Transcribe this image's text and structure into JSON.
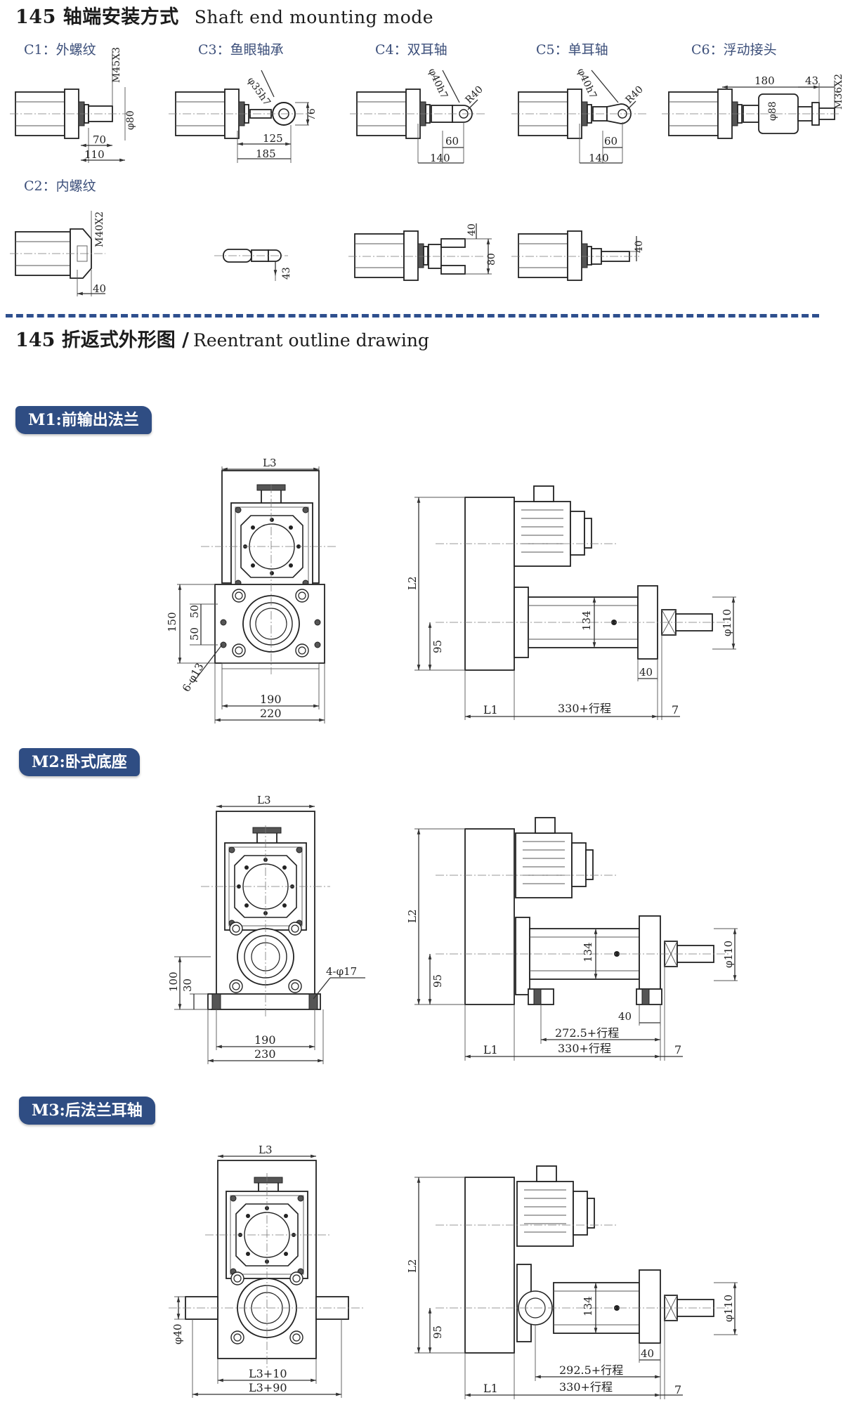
{
  "section1": {
    "title_cn": "145 轴端安装方式",
    "title_en": "Shaft end mounting mode"
  },
  "mounts": [
    {
      "label": "C1：外螺纹",
      "dims": [
        "M45X3",
        "φ80",
        "70",
        "110"
      ]
    },
    {
      "label": "C3：鱼眼轴承",
      "dims": [
        "φ35h7",
        "76",
        "125",
        "185"
      ]
    },
    {
      "label": "C4：双耳轴",
      "dims": [
        "φ40h7",
        "R40",
        "60",
        "140"
      ]
    },
    {
      "label": "C5：单耳轴",
      "dims": [
        "φ40h7",
        "R40",
        "60",
        "140"
      ]
    },
    {
      "label": "C6：浮动接头",
      "dims": [
        "180",
        "43",
        "M36X2",
        "φ88"
      ]
    },
    {
      "label": "C2：内螺纹",
      "dims": [
        "M40X2",
        "40"
      ]
    }
  ],
  "row2_dims": [
    "43",
    "40",
    "80",
    "40"
  ],
  "section2": {
    "title_cn": "145 折返式外形图 /",
    "title_en": "Reentrant outline drawing"
  },
  "m1": {
    "badge": "M1:前输出法兰",
    "front": {
      "l3": "L3",
      "d150": "150",
      "d50a": "50",
      "d50b": "50",
      "holes": "6-φ13",
      "d190": "190",
      "d220": "220"
    },
    "side": {
      "l2": "L2",
      "d95": "95",
      "d134": "134",
      "d110": "φ110",
      "d40": "40",
      "l1": "L1",
      "stroke": "330+行程",
      "d7": "7"
    }
  },
  "m2": {
    "badge": "M2:卧式底座",
    "front": {
      "l3": "L3",
      "d100": "100",
      "d30": "30",
      "holes": "4-φ17",
      "d190": "190",
      "d230": "230"
    },
    "side": {
      "l2": "L2",
      "d95": "95",
      "d134": "134",
      "d110": "φ110",
      "d40": "40",
      "l1": "L1",
      "stroke1": "272.5+行程",
      "stroke2": "330+行程",
      "d7": "7"
    }
  },
  "m3": {
    "badge": "M3:后法兰耳轴",
    "front": {
      "l3": "L3",
      "d40": "φ40",
      "d1": "L3+10",
      "d2": "L3+90"
    },
    "side": {
      "l2": "L2",
      "d95": "95",
      "d134": "134",
      "d110": "φ110",
      "d40": "40",
      "l1": "L1",
      "stroke1": "292.5+行程",
      "stroke2": "330+行程",
      "d7": "7"
    }
  }
}
